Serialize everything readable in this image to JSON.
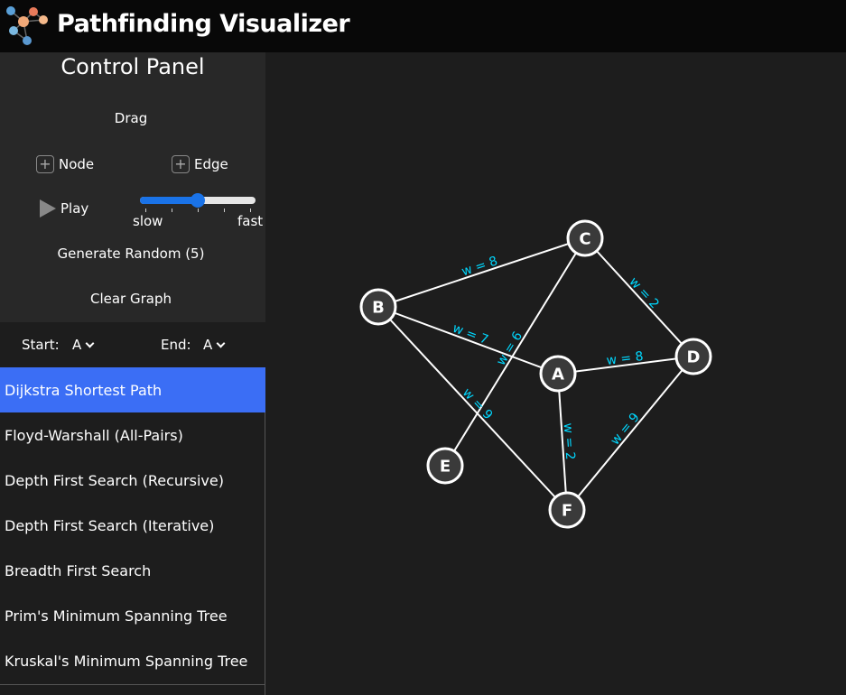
{
  "app": {
    "title": "Pathfinding Visualizer"
  },
  "panel": {
    "title": "Control Panel",
    "drag_label": "Drag",
    "add_node_label": "Node",
    "add_edge_label": "Edge",
    "play_label": "Play",
    "speed": {
      "min_label": "slow",
      "max_label": "fast",
      "value": 0.5
    },
    "generate_label": "Generate Random (5)",
    "clear_label": "Clear Graph"
  },
  "selection": {
    "start_label": "Start:",
    "start_value": "A",
    "end_label": "End:",
    "end_value": "A"
  },
  "algorithms": [
    {
      "label": "Dijkstra Shortest Path",
      "active": true
    },
    {
      "label": "Floyd-Warshall (All-Pairs)",
      "active": false
    },
    {
      "label": "Depth First Search (Recursive)",
      "active": false
    },
    {
      "label": "Depth First Search (Iterative)",
      "active": false
    },
    {
      "label": "Breadth First Search",
      "active": false
    },
    {
      "label": "Prim's Minimum Spanning Tree",
      "active": false
    },
    {
      "label": "Kruskal's Minimum Spanning Tree",
      "active": false
    }
  ],
  "graph": {
    "nodes": [
      "A",
      "B",
      "C",
      "D",
      "E",
      "F"
    ],
    "edges": [
      {
        "from": "B",
        "to": "C",
        "label": "w = 8"
      },
      {
        "from": "C",
        "to": "D",
        "label": "w = 2"
      },
      {
        "from": "B",
        "to": "A",
        "label": "w = 7"
      },
      {
        "from": "C",
        "to": "E",
        "label": "w = 6"
      },
      {
        "from": "A",
        "to": "D",
        "label": "w = 8"
      },
      {
        "from": "B",
        "to": "F",
        "label": "w = 9"
      },
      {
        "from": "A",
        "to": "F",
        "label": "w = 2"
      },
      {
        "from": "F",
        "to": "D",
        "label": "w = 9"
      }
    ]
  },
  "colors": {
    "accent": "#3b6ef5",
    "slider": "#1a73e8",
    "edge_label": "#00d8ff",
    "node_fill": "#3a3a3a",
    "node_stroke": "#ffffff",
    "edge": "#ffffff"
  }
}
